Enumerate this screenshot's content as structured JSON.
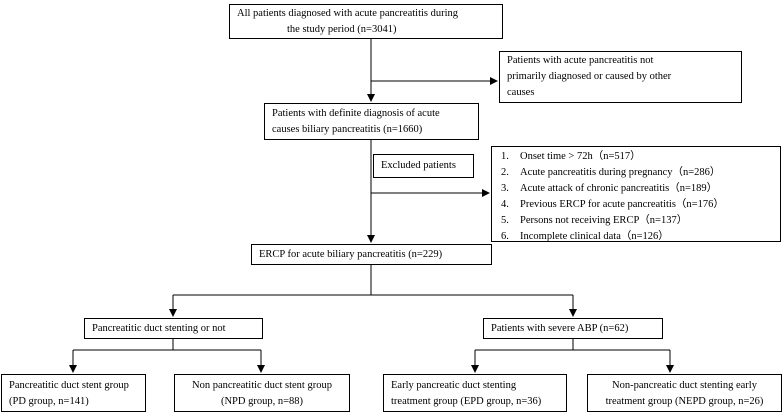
{
  "nodes": {
    "all_patients": [
      "All patients diagnosed with acute pancreatitis during",
      "the study period (n=3041)"
    ],
    "not_primary": [
      "Patients with acute pancreatitis not",
      "primarily diagnosed or caused by other",
      "causes"
    ],
    "definite_biliary": [
      "Patients with definite diagnosis of acute",
      "causes biliary  pancreatitis (n=1660)"
    ],
    "excluded_label": "Excluded patients",
    "excluded_list": [
      {
        "num": "1.",
        "text": "Onset time > 72h（n=517）"
      },
      {
        "num": "2.",
        "text": "Acute pancreatitis during pregnancy（n=286）"
      },
      {
        "num": "3.",
        "text": "Acute attack of chronic pancreatitis（n=189）"
      },
      {
        "num": "4.",
        "text": "Previous ERCP for acute pancreatitis（n=176）"
      },
      {
        "num": "5.",
        "text": "Persons not receiving ERCP（n=137）"
      },
      {
        "num": "6.",
        "text": "Incomplete clinical data（n=126）"
      }
    ],
    "ercp": "ERCP for acute biliary pancreatitis (n=229)",
    "pd_stenting": "Pancreatitic duct stenting or not",
    "severe_abp": "Patients with severe  ABP (n=62)",
    "pd_group": [
      "Pancreatitic duct stent group",
      "(PD group, n=141)"
    ],
    "npd_group": [
      "Non pancreatitic duct stent group",
      "(NPD group, n=88)"
    ],
    "epd_group": [
      "Early pancreatic duct stenting",
      "treatment group (EPD group, n=36)"
    ],
    "nepd_group": [
      "Non-pancreatic duct stenting early",
      "treatment group (NEPD group, n=26)"
    ]
  }
}
